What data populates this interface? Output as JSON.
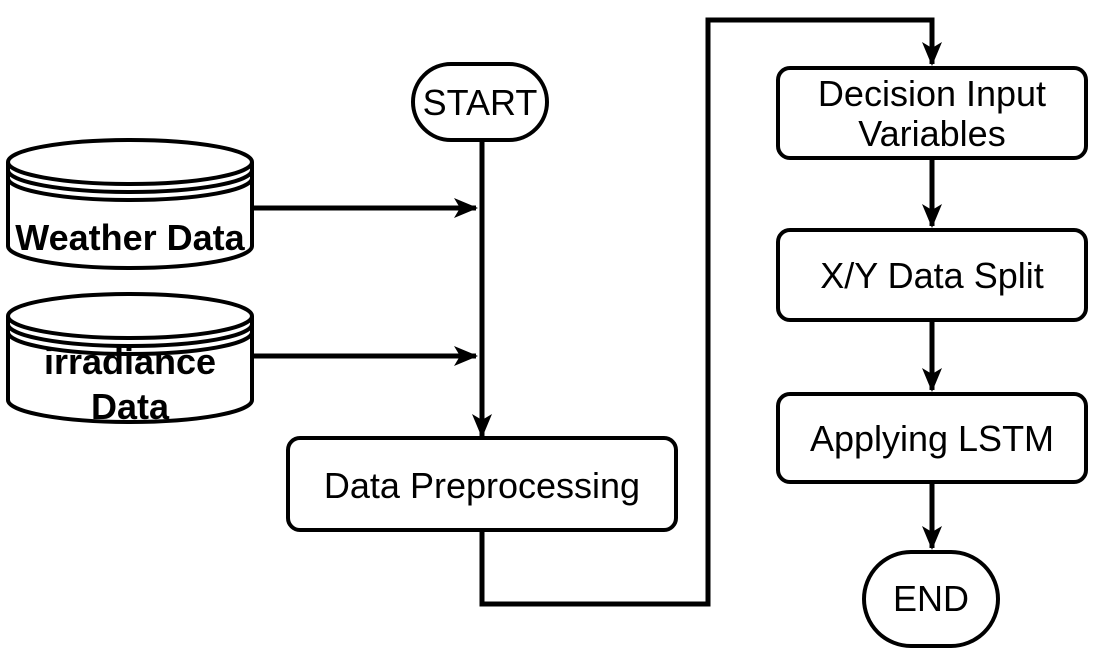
{
  "diagram": {
    "type": "flowchart",
    "terminals": {
      "start": "START",
      "end": "END"
    },
    "data_sources": {
      "weather": "Weather Data",
      "irradiance_line1": "irradiance",
      "irradiance_line2": "Data"
    },
    "process": {
      "preprocessing": "Data Preprocessing",
      "decision_line1": "Decision Input",
      "decision_line2": "Variables",
      "split": "X/Y Data Split",
      "lstm": "Applying LSTM"
    },
    "colors": {
      "stroke": "#000000",
      "fill": "#ffffff",
      "text": "#000000"
    }
  }
}
